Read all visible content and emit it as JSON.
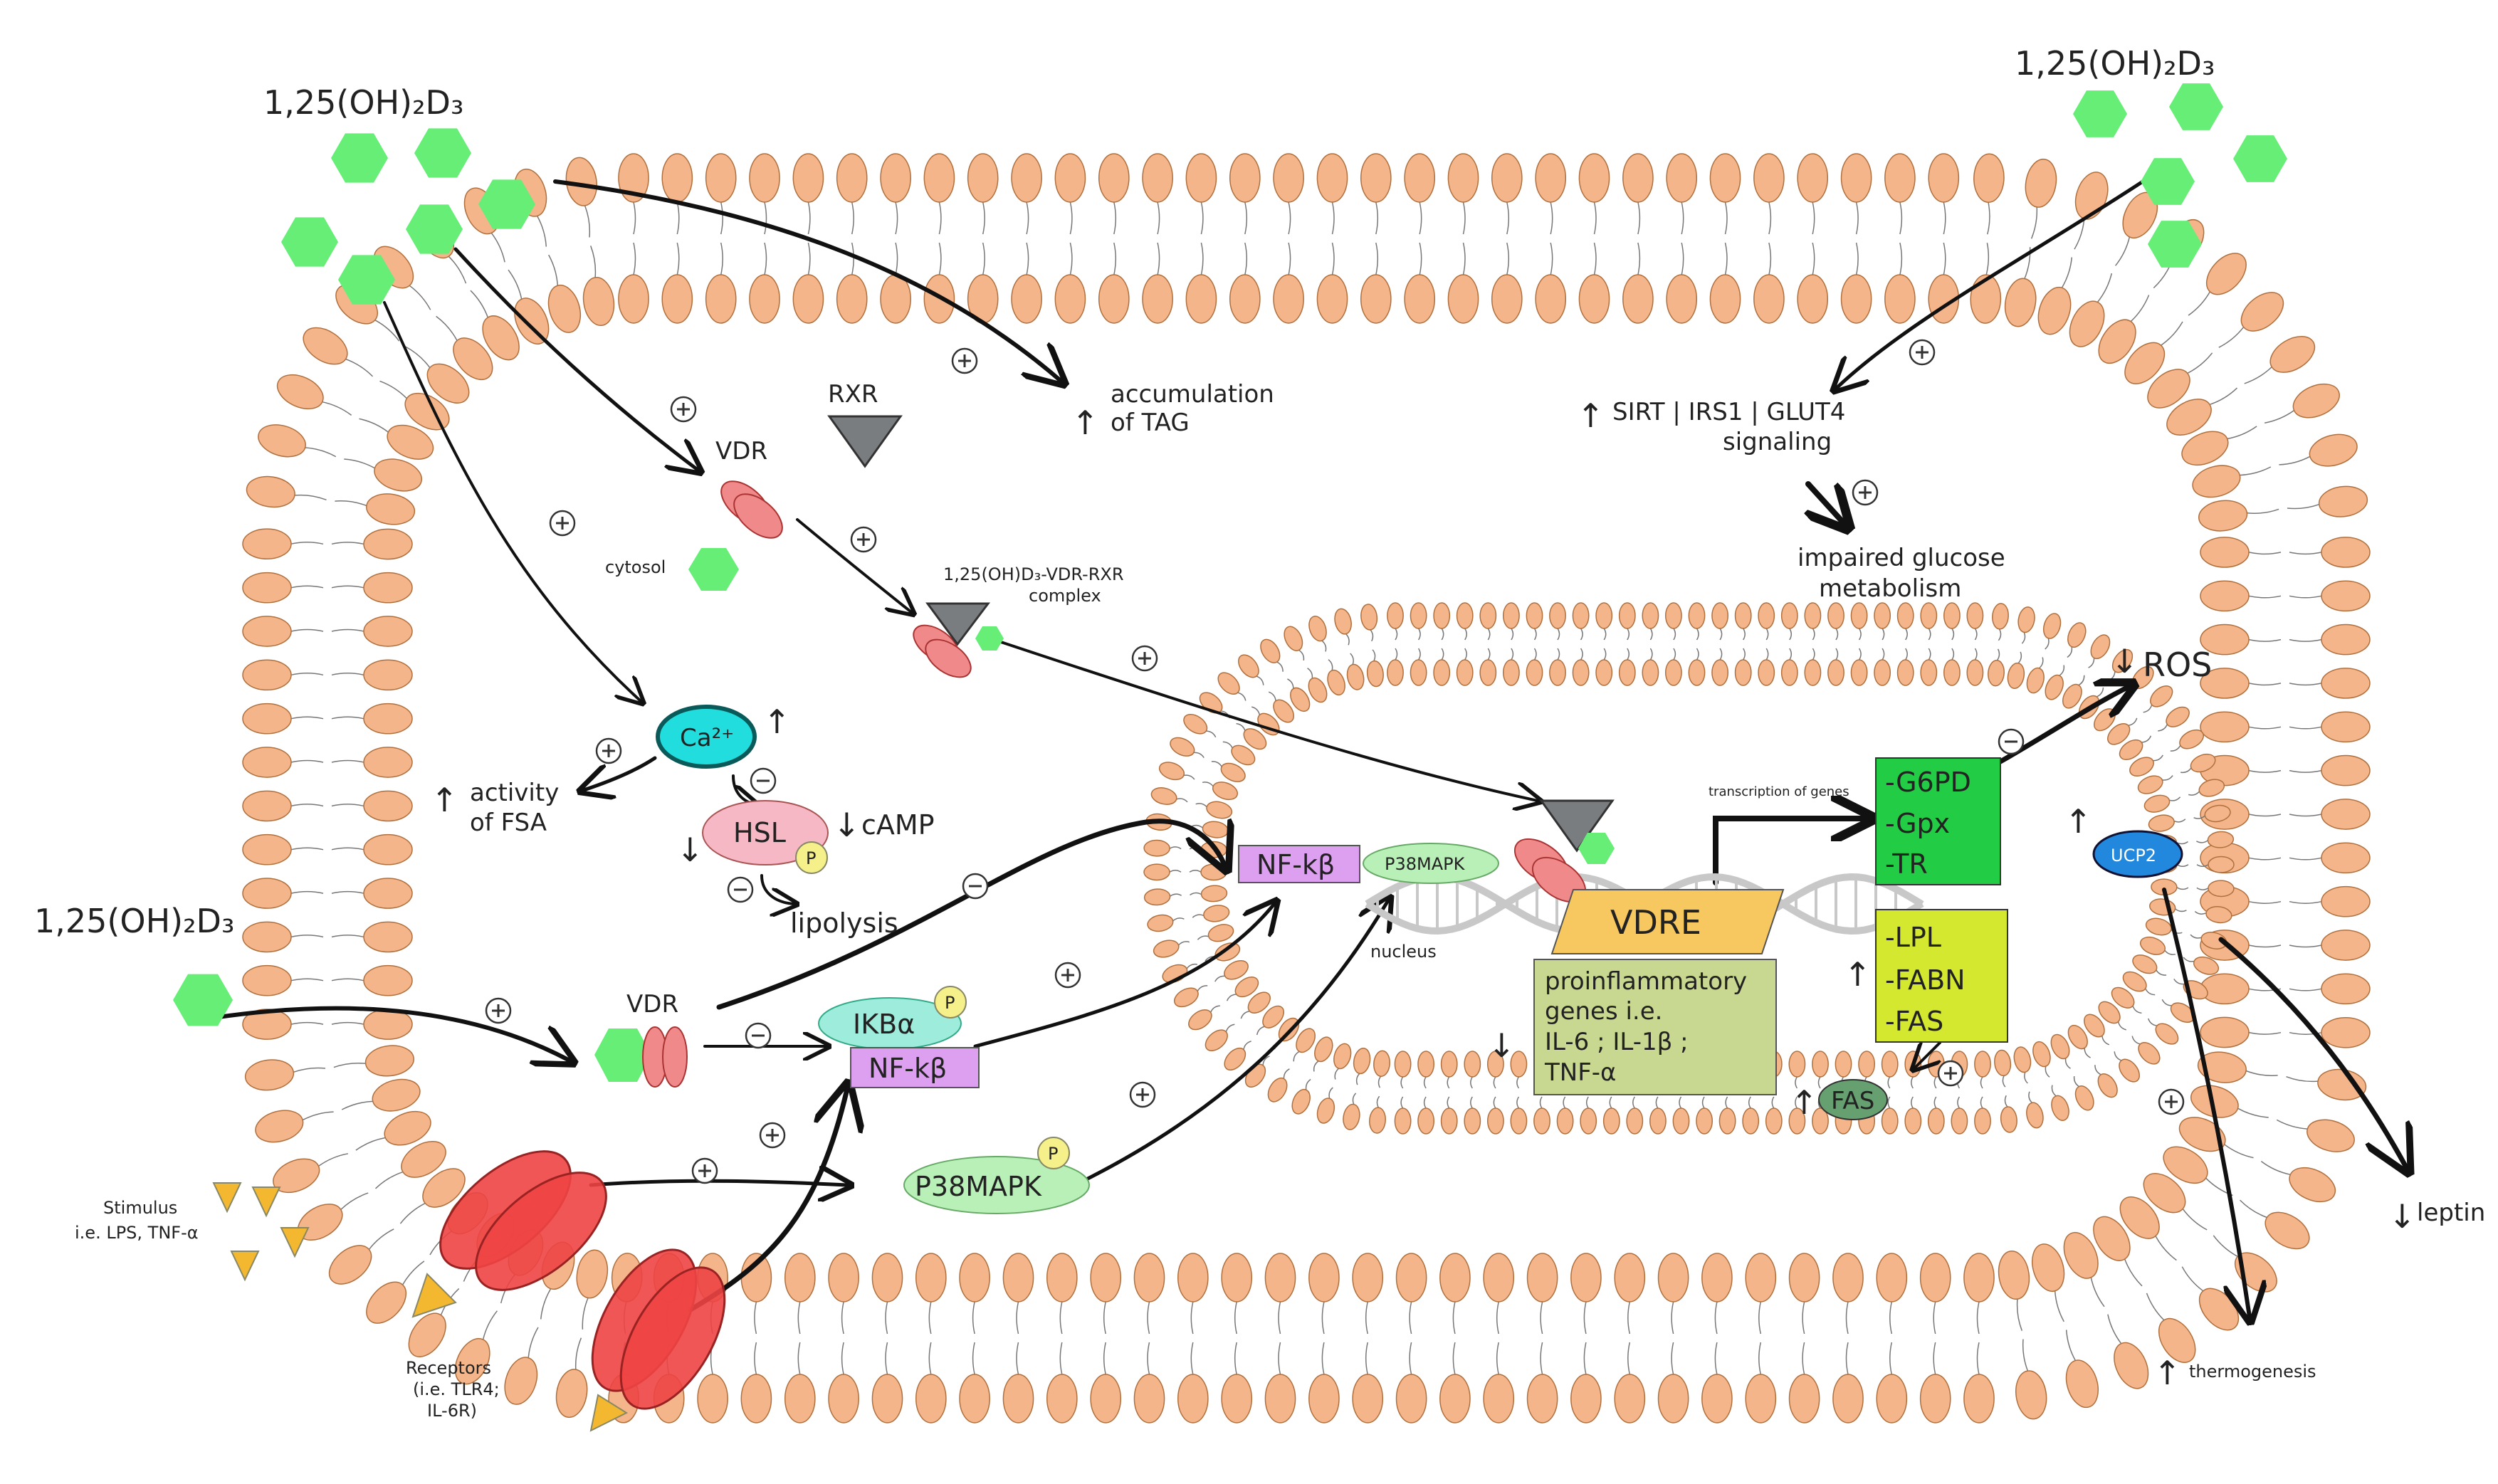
{
  "colors": {
    "membrane_head": "#f4b58a",
    "membrane_stroke": "#b0703e",
    "ligand": "#66ee77",
    "vdr": "#f08a8a",
    "rxr": "#7a7d80",
    "calcium": "#22dddd",
    "hsl": "#f5b8c4",
    "nfkb": "#dda0f0",
    "ikba": "#9eecdc",
    "p38": "#b8f0b8",
    "vdre": "#f8c860",
    "genes_box": "#c8d890",
    "g6pd_box": "#22cc44",
    "lpl_box": "#d4e830",
    "fas_oval": "#66a070",
    "ucp2": "#2288dd",
    "receptor": "#ee4444",
    "stimulus": "#f3b830"
  },
  "icons": [
    "ligand-hexagon-icon",
    "vdr-receptor-icon",
    "rxr-triangle-icon",
    "receptor-channel-icon",
    "stimulus-triangle-icon",
    "phosphate-icon"
  ],
  "labels": {
    "ligand_top_left": "1,25(OH)₂D₃",
    "ligand_top_right": "1,25(OH)₂D₃",
    "ligand_left": "1,25(OH)₂D₃",
    "rxr": "RXR",
    "vdr_top": "VDR",
    "vdr_bottom": "VDR",
    "cytosol": "cytosol",
    "complex_line1": "1,25(OH)D₃-VDR-RXR",
    "complex_line2": "complex",
    "accumulation_line1": "accumulation",
    "accumulation_line2": "of TAG",
    "signaling_line1": "SIRT | IRS1 | GLUT4",
    "signaling_line2": "signaling",
    "impaired_line1": "impaired glucose",
    "impaired_line2": "metabolism",
    "ca": "Ca²⁺",
    "activity_line1": "activity",
    "activity_line2": "of FSA",
    "hsl": "HSL",
    "camp": "cAMP",
    "lipolysis": "lipolysis",
    "phosphate": "P",
    "nfkb_nucleus": "NF-kβ",
    "p38_nucleus": "P38MAPK",
    "nucleus": "nucleus",
    "ikba": "IKBα",
    "nfkb_cyto": "NF-kβ",
    "p38_cyto": "P38MAPK",
    "vdre": "VDRE",
    "transcription": "transcription of genes",
    "g6pd_lines": [
      "-G6PD",
      "-Gpx",
      "-TR"
    ],
    "lpl_lines": [
      "-LPL",
      "-FABN",
      "-FAS"
    ],
    "genes_lines": [
      "proinflammatory",
      "genes i.e.",
      "IL-6 ; IL-1β ;",
      "TNF-α"
    ],
    "fas": "FAS",
    "ucp2": "UCP2",
    "ros": "ROS",
    "leptin": "leptin",
    "thermogenesis": "thermogenesis",
    "stimulus_line1": "Stimulus",
    "stimulus_line2": "i.e. LPS, TNF-α",
    "receptors_line1": "Receptors",
    "receptors_line2": "(i.e. TLR4;",
    "receptors_line3": "IL-6R)",
    "plus": "+",
    "minus": "-",
    "up_arrow": "↑",
    "down_arrow": "↓"
  }
}
